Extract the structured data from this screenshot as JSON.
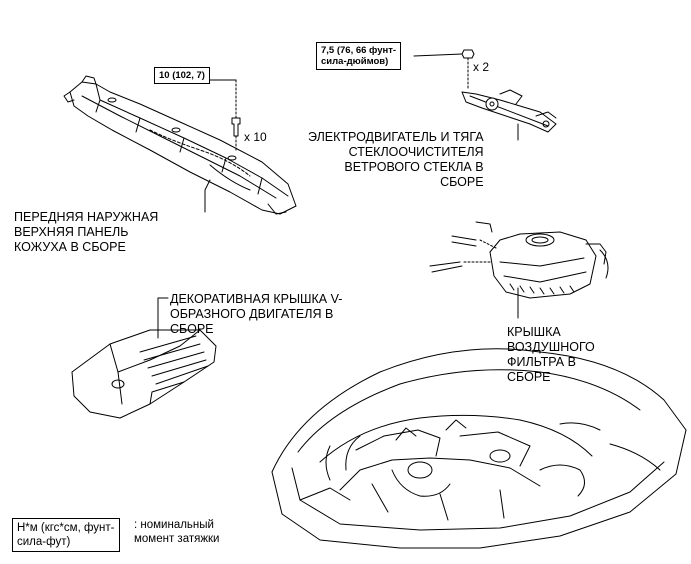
{
  "parts": {
    "cowl": {
      "label": "ПЕРЕДНЯЯ НАРУЖНАЯ\nВЕРХНЯЯ ПАНЕЛЬ\nКОЖУХА В СБОРЕ"
    },
    "wiper": {
      "label": "ЭЛЕКТРОДВИГАТЕЛЬ И ТЯГА\nСТЕКЛООЧИСТИТЕЛЯ\nВЕТРОВОГО СТЕКЛА В\nСБОРЕ"
    },
    "engine_cover": {
      "label": "ДЕКОРАТИВНАЯ КРЫШКА V-\nОБРАЗНОГО ДВИГАТЕЛЯ В\nСБОРЕ"
    },
    "air_filter": {
      "label": "КРЫШКА\nВОЗДУШНОГО\nФИЛЬТРА В\nСБОРЕ"
    }
  },
  "fasteners": {
    "cowl_bolt": {
      "torque": "10 (102, 7)",
      "quantity": "x 10"
    },
    "wiper_nut": {
      "torque": "7,5 (76, 66 фунт-\nсила-дюймов)",
      "quantity": "x 2"
    }
  },
  "legend": {
    "unit": "Н*м (кгс*см, фунт-\nсила-фут)",
    "meaning": ": номинальный\nмомент затяжки"
  },
  "colors": {
    "line": "#000000",
    "background": "#ffffff"
  }
}
